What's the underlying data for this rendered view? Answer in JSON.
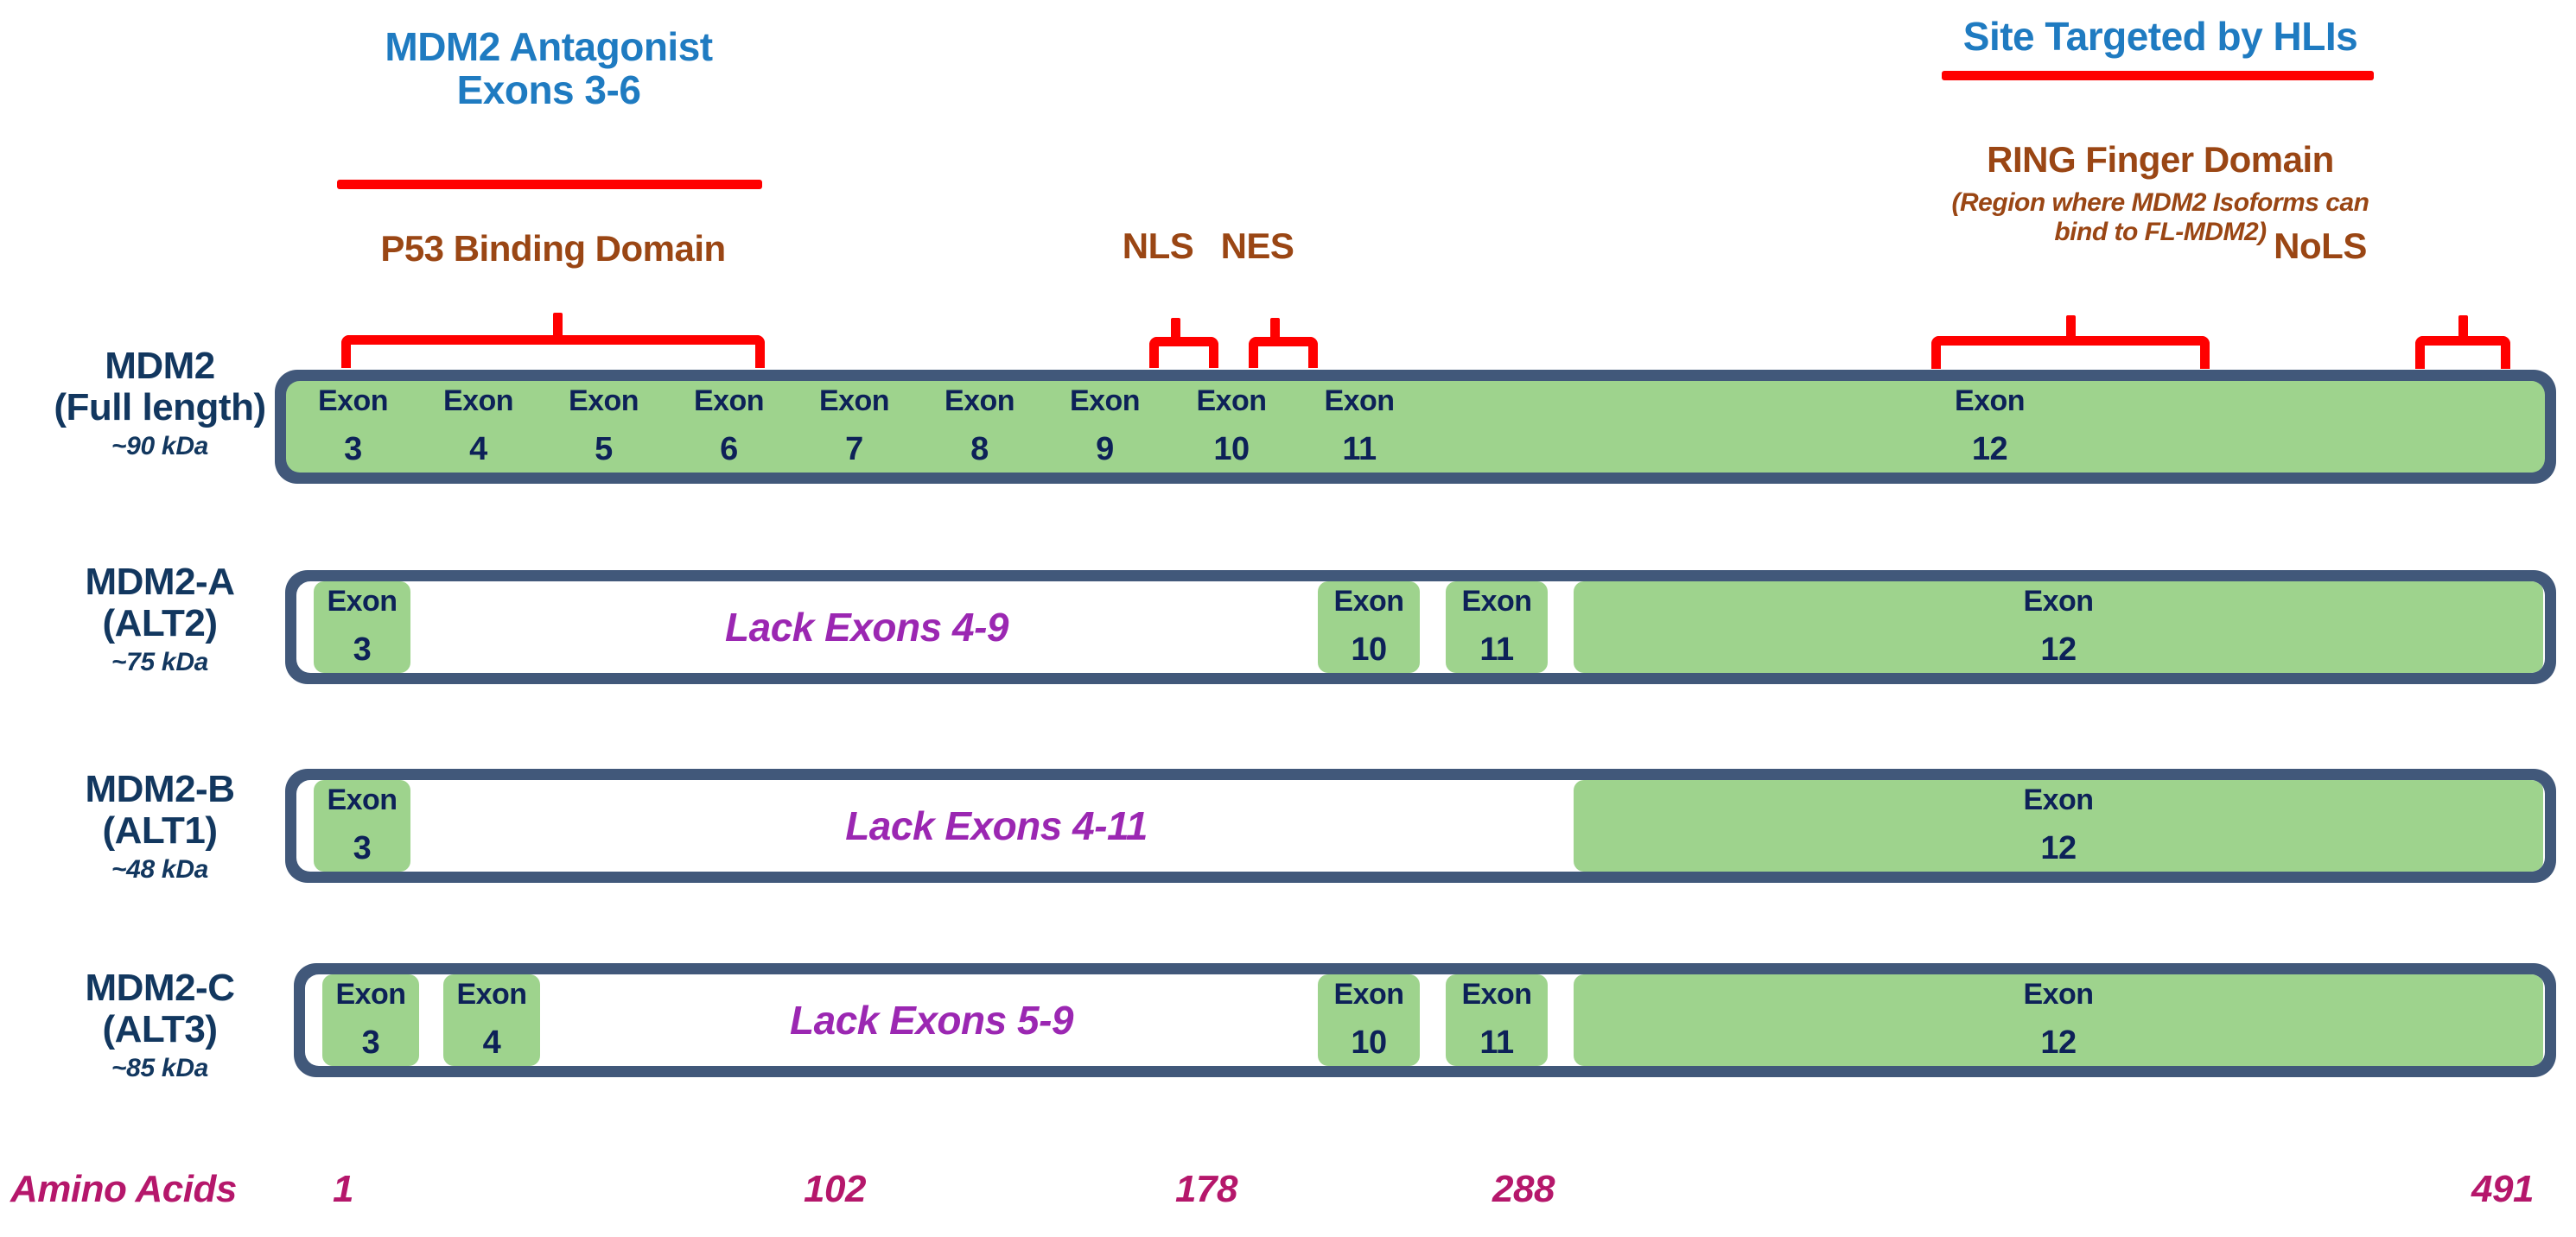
{
  "annotations": {
    "mdm2_antagonist": {
      "line1": "MDM2 Antagonist",
      "line2": "Exons 3-6"
    },
    "p53_binding_domain": "P53 Binding Domain",
    "nls": "NLS",
    "nes": "NES",
    "site_targeted": "Site Targeted by HLIs",
    "ring_finger": {
      "title": "RING Finger Domain",
      "subtitle_line1": "(Region where MDM2  Isoforms can",
      "subtitle_line2": "bind to FL-MDM2)"
    },
    "nols": "NoLS"
  },
  "colors": {
    "annotation_blue": "#1F7BC1",
    "annotation_brown": "#9A4614",
    "marker_red": "#FF0000",
    "track_navy": "#41587A",
    "exon_green": "#9ED38D",
    "exon_text_navy": "#0D2158",
    "label_navy": "#12375F",
    "lack_purple": "#9B27B2",
    "amino_magenta": "#B5176B"
  },
  "isoforms": [
    {
      "name": "MDM2",
      "variant": "(Full length)",
      "weight": "~90 kDa",
      "exons": [
        {
          "label": "Exon",
          "number": "3"
        },
        {
          "label": "Exon",
          "number": "4"
        },
        {
          "label": "Exon",
          "number": "5"
        },
        {
          "label": "Exon",
          "number": "6"
        },
        {
          "label": "Exon",
          "number": "7"
        },
        {
          "label": "Exon",
          "number": "8"
        },
        {
          "label": "Exon",
          "number": "9"
        },
        {
          "label": "Exon",
          "number": "10"
        },
        {
          "label": "Exon",
          "number": "11"
        },
        {
          "label": "Exon",
          "number": "12"
        }
      ],
      "lack_text": ""
    },
    {
      "name": "MDM2-A",
      "variant": "(ALT2)",
      "weight": "~75 kDa",
      "exons": [
        {
          "label": "Exon",
          "number": "3"
        },
        {
          "label": "Exon",
          "number": "10"
        },
        {
          "label": "Exon",
          "number": "11"
        },
        {
          "label": "Exon",
          "number": "12"
        }
      ],
      "lack_text": "Lack Exons 4-9"
    },
    {
      "name": "MDM2-B",
      "variant": "(ALT1)",
      "weight": "~48 kDa",
      "exons": [
        {
          "label": "Exon",
          "number": "3"
        },
        {
          "label": "Exon",
          "number": "12"
        }
      ],
      "lack_text": "Lack Exons 4-11"
    },
    {
      "name": "MDM2-C",
      "variant": "(ALT3)",
      "weight": "~85 kDa",
      "exons": [
        {
          "label": "Exon",
          "number": "3"
        },
        {
          "label": "Exon",
          "number": "4"
        },
        {
          "label": "Exon",
          "number": "10"
        },
        {
          "label": "Exon",
          "number": "11"
        },
        {
          "label": "Exon",
          "number": "12"
        }
      ],
      "lack_text": "Lack Exons 5-9"
    }
  ],
  "amino_axis": {
    "title": "Amino Acids",
    "ticks": [
      "1",
      "102",
      "178",
      "288",
      "491"
    ]
  }
}
